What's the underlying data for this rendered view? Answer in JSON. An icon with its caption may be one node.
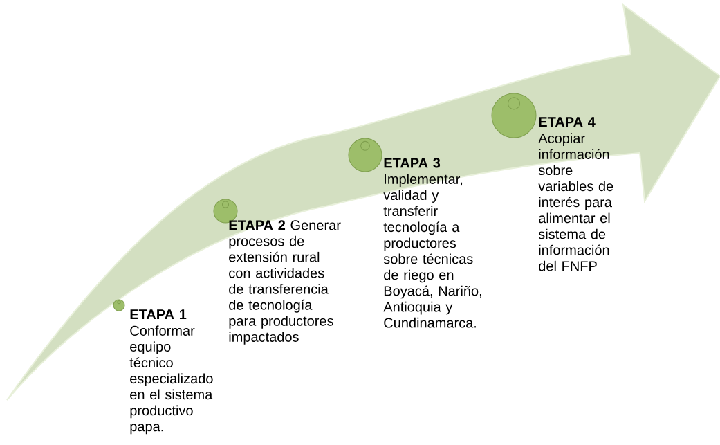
{
  "diagram": {
    "labels": [
      "ETAPA 1",
      "Conformar equipo técnico especializado en el sistema productivo papa.",
      "**ETAPA 2** Generar procesos de extensión rural con actividades de transferencia de tecnología para productores impactados",
      "ETAPA 3",
      "Implementar, validad y transferir tecnología a productores sobre técnicas de riego en Boyacá, Nariño, Antioquia y Cundinamarca.",
      "ETAPA 4",
      "Acopiar información sobre variables de interés para alimentar el sistema de información del FNFP"
    ]
  }
}
